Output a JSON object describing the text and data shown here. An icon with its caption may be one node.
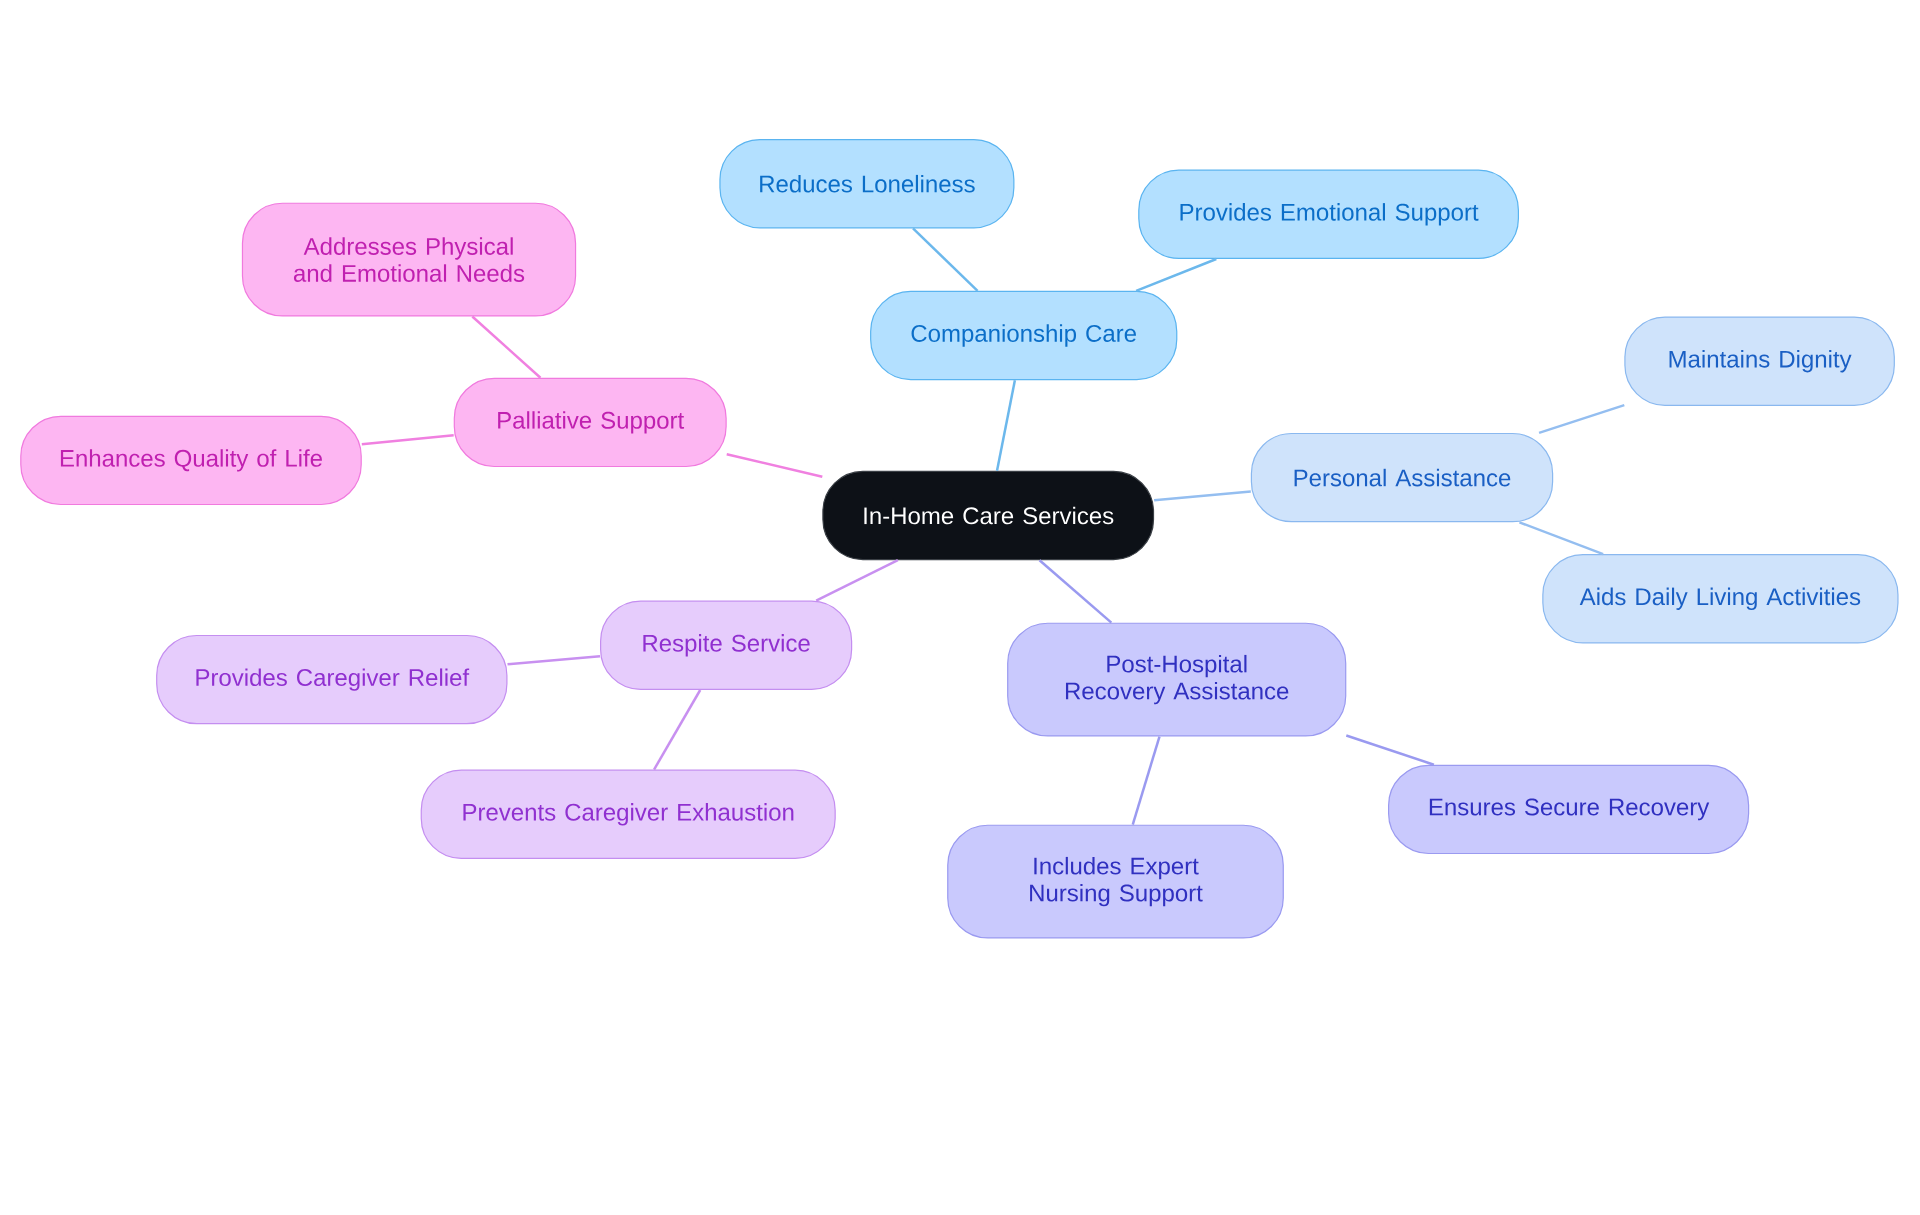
{
  "diagram": {
    "nodes": [
      {
        "text": [
          "In-Home Care Services"
        ]
      },
      {
        "text": [
          "Companionship Care"
        ]
      },
      {
        "text": [
          "Reduces Loneliness"
        ]
      },
      {
        "text": [
          "Provides Emotional Support"
        ]
      },
      {
        "text": [
          "Personal Assistance"
        ]
      },
      {
        "text": [
          "Maintains Dignity"
        ]
      },
      {
        "text": [
          "Aids Daily Living Activities"
        ]
      },
      {
        "text": [
          "Post-Hospital Recovery Assistance"
        ]
      },
      {
        "text": [
          "Ensures Secure Recovery"
        ]
      },
      {
        "text": [
          "Includes Expert Nursing Support"
        ]
      },
      {
        "text": [
          "Respite Service"
        ]
      },
      {
        "text": [
          "Provides Caregiver Relief"
        ]
      },
      {
        "text": [
          "Prevents Caregiver Exhaustion"
        ]
      },
      {
        "text": [
          "Palliative Support"
        ]
      },
      {
        "text": [
          "Addresses Physical and Emotional Needs"
        ]
      },
      {
        "text": [
          "Enhances Quality of Life"
        ]
      }
    ],
    "edges": [
      {
        "from": 0,
        "to": 1,
        "arrow": "none",
        "color": "#6cb8ec"
      },
      {
        "from": 1,
        "to": 2,
        "arrow": "none",
        "color": "#6cb8ec"
      },
      {
        "from": 1,
        "to": 3,
        "arrow": "none",
        "color": "#6cb8ec"
      },
      {
        "from": 0,
        "to": 4,
        "arrow": "none",
        "color": "#94bef0"
      },
      {
        "from": 4,
        "to": 5,
        "arrow": "none",
        "color": "#94bef0"
      },
      {
        "from": 4,
        "to": 6,
        "arrow": "none",
        "color": "#94bef0"
      },
      {
        "from": 0,
        "to": 7,
        "arrow": "none",
        "color": "#9a9af0"
      },
      {
        "from": 7,
        "to": 8,
        "arrow": "none",
        "color": "#9a9af0"
      },
      {
        "from": 7,
        "to": 9,
        "arrow": "none",
        "color": "#9a9af0"
      },
      {
        "from": 0,
        "to": 10,
        "arrow": "none",
        "color": "#c890f0"
      },
      {
        "from": 10,
        "to": 11,
        "arrow": "none",
        "color": "#c890f0"
      },
      {
        "from": 10,
        "to": 12,
        "arrow": "none",
        "color": "#c890f0"
      },
      {
        "from": 0,
        "to": 13,
        "arrow": "none",
        "color": "#f080e0"
      },
      {
        "from": 13,
        "to": 14,
        "arrow": "none",
        "color": "#f080e0"
      },
      {
        "from": 13,
        "to": 15,
        "arrow": "none",
        "color": "#f080e0"
      }
    ]
  }
}
